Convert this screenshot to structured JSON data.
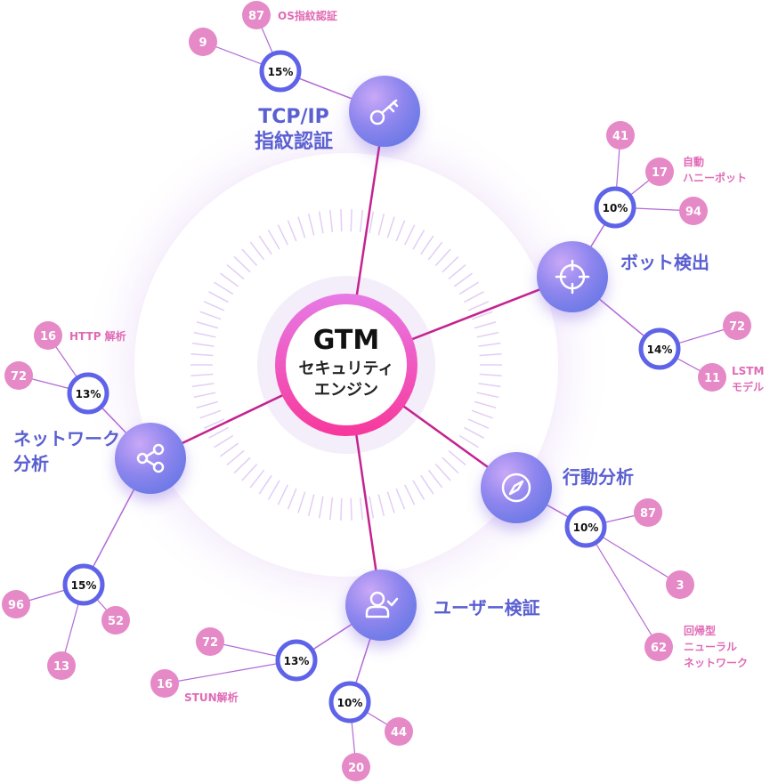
{
  "center": {
    "title": "GTM",
    "subtitle_line1": "セキュリティ",
    "subtitle_line2": "エンジン"
  },
  "colors": {
    "node": "#7b7fe6",
    "ring": "#5f63e8",
    "num": "#e589c7",
    "note": "#e06ab5",
    "line_center": "#c4238f",
    "line_branch": "#b368d6",
    "hub_ring": "#f24aa3"
  },
  "nodes": [
    {
      "id": "tcpip",
      "label_line1": "TCP/IP",
      "label_line2": "指紋認証",
      "icon": "key-icon",
      "rings": [
        {
          "pct": "15%",
          "nums": [
            "87",
            "9"
          ],
          "note_line1": "OS指紋認証",
          "note_line2": ""
        }
      ]
    },
    {
      "id": "bot",
      "label_line1": "ボット検出",
      "label_line2": "",
      "icon": "crosshair-icon",
      "rings": [
        {
          "pct": "10%",
          "nums": [
            "41",
            "17",
            "94"
          ],
          "note_line1": "自動",
          "note_line2": "ハニーポット"
        },
        {
          "pct": "14%",
          "nums": [
            "72",
            "11"
          ],
          "note_line1": "LSTM",
          "note_line2": "モデル"
        }
      ]
    },
    {
      "id": "behavior",
      "label_line1": "行動分析",
      "label_line2": "",
      "icon": "compass-icon",
      "rings": [
        {
          "pct": "10%",
          "nums": [
            "87",
            "3",
            "62"
          ],
          "note_line1": "回帰型",
          "note_line2": "ニューラル",
          "note_line3": "ネットワーク"
        }
      ]
    },
    {
      "id": "user",
      "label_line1": "ユーザー検証",
      "label_line2": "",
      "icon": "user-check-icon",
      "rings": [
        {
          "pct": "13%",
          "nums": [
            "72",
            "16"
          ],
          "note_line1": "STUN解析",
          "note_line2": ""
        },
        {
          "pct": "10%",
          "nums": [
            "44",
            "20"
          ],
          "note_line1": "",
          "note_line2": ""
        }
      ]
    },
    {
      "id": "network",
      "label_line1": "ネットワーク",
      "label_line2": "分析",
      "icon": "share-icon",
      "rings": [
        {
          "pct": "13%",
          "nums": [
            "16",
            "72"
          ],
          "note_line1": "HTTP 解析",
          "note_line2": ""
        },
        {
          "pct": "15%",
          "nums": [
            "96",
            "52",
            "13"
          ],
          "note_line1": "",
          "note_line2": ""
        }
      ]
    }
  ]
}
